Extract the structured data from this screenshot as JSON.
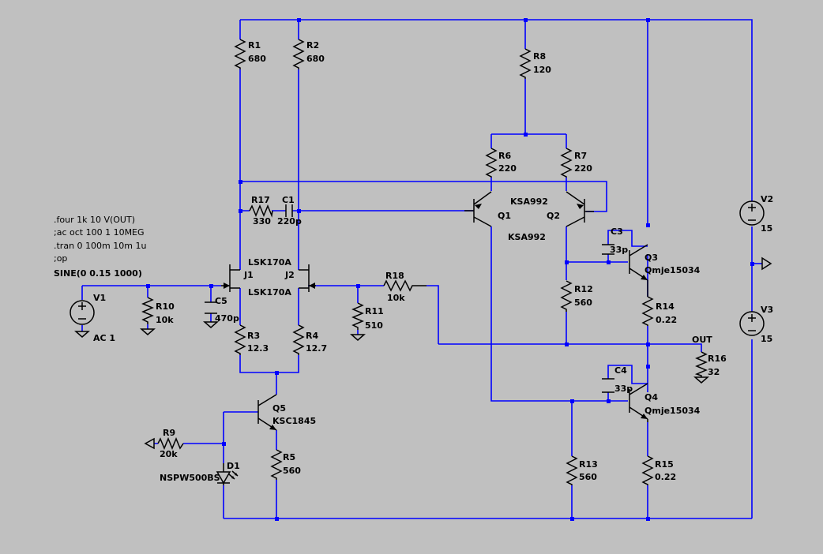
{
  "directives": [
    ".four 1k 10 V(OUT)",
    ";ac oct 100 1 10MEG",
    ".tran 0 100m 10m 1u",
    ";op",
    "SINE(0 0.15 1000)"
  ],
  "components": {
    "R1": {
      "name": "R1",
      "value": "680"
    },
    "R2": {
      "name": "R2",
      "value": "680"
    },
    "R3": {
      "name": "R3",
      "value": "12.3"
    },
    "R4": {
      "name": "R4",
      "value": "12.7"
    },
    "R5": {
      "name": "R5",
      "value": "560"
    },
    "R6": {
      "name": "R6",
      "value": "220"
    },
    "R7": {
      "name": "R7",
      "value": "220"
    },
    "R8": {
      "name": "R8",
      "value": "120"
    },
    "R9": {
      "name": "R9",
      "value": "20k"
    },
    "R10": {
      "name": "R10",
      "value": "10k"
    },
    "R11": {
      "name": "R11",
      "value": "510"
    },
    "R12": {
      "name": "R12",
      "value": "560"
    },
    "R13": {
      "name": "R13",
      "value": "560"
    },
    "R14": {
      "name": "R14",
      "value": "0.22"
    },
    "R15": {
      "name": "R15",
      "value": "0.22"
    },
    "R16": {
      "name": "R16",
      "value": "32"
    },
    "R17": {
      "name": "R17",
      "value": "330"
    },
    "R18": {
      "name": "R18",
      "value": "10k"
    },
    "C1": {
      "name": "C1",
      "value": "220p"
    },
    "C3": {
      "name": "C3",
      "value": "33p"
    },
    "C4": {
      "name": "C4",
      "value": "33p"
    },
    "C5": {
      "name": "C5",
      "value": "470p"
    },
    "J1": {
      "name": "J1",
      "value": "LSK170A"
    },
    "J2": {
      "name": "J2",
      "value": "LSK170A"
    },
    "Q1": {
      "name": "Q1",
      "value": "KSA992"
    },
    "Q2": {
      "name": "Q2",
      "value": "KSA992"
    },
    "Q3": {
      "name": "Q3",
      "value": "Qmje15034"
    },
    "Q4": {
      "name": "Q4",
      "value": "Qmje15034"
    },
    "Q5": {
      "name": "Q5",
      "value": "KSC1845"
    },
    "D1": {
      "name": "D1",
      "value": "NSPW500BS"
    },
    "V1": {
      "name": "V1",
      "value": "AC 1"
    },
    "V2": {
      "name": "V2",
      "value": "15"
    },
    "V3": {
      "name": "V3",
      "value": "15"
    }
  },
  "net_labels": {
    "out": "OUT"
  },
  "colors": {
    "background": "#c0c0c0",
    "wire": "#0000ff",
    "component": "#000000"
  }
}
